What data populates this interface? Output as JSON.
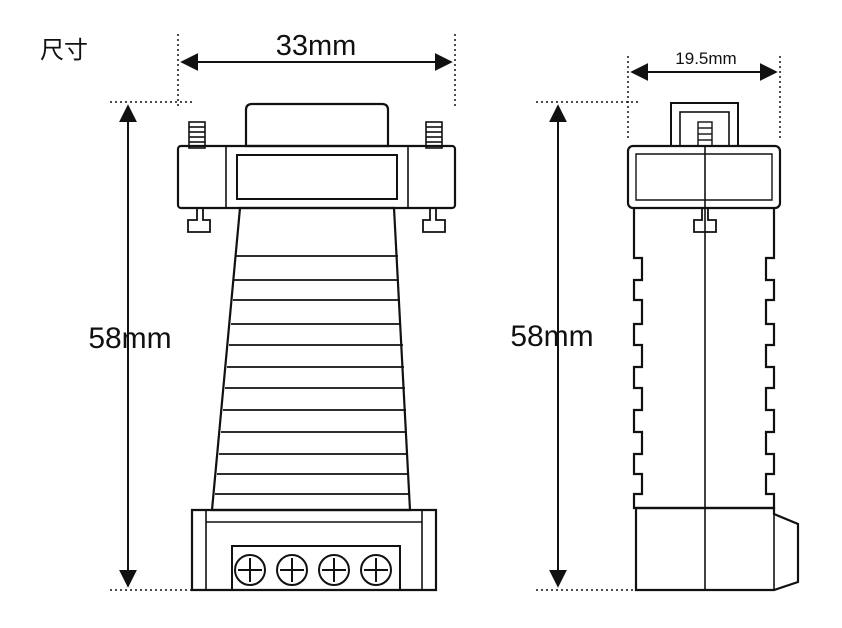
{
  "title": "尺寸",
  "front_view": {
    "width_label": "33mm",
    "height_label": "58mm"
  },
  "side_view": {
    "width_label": "19.5mm",
    "height_label": "58mm"
  },
  "colors": {
    "stroke": "#111111",
    "background": "#ffffff"
  }
}
